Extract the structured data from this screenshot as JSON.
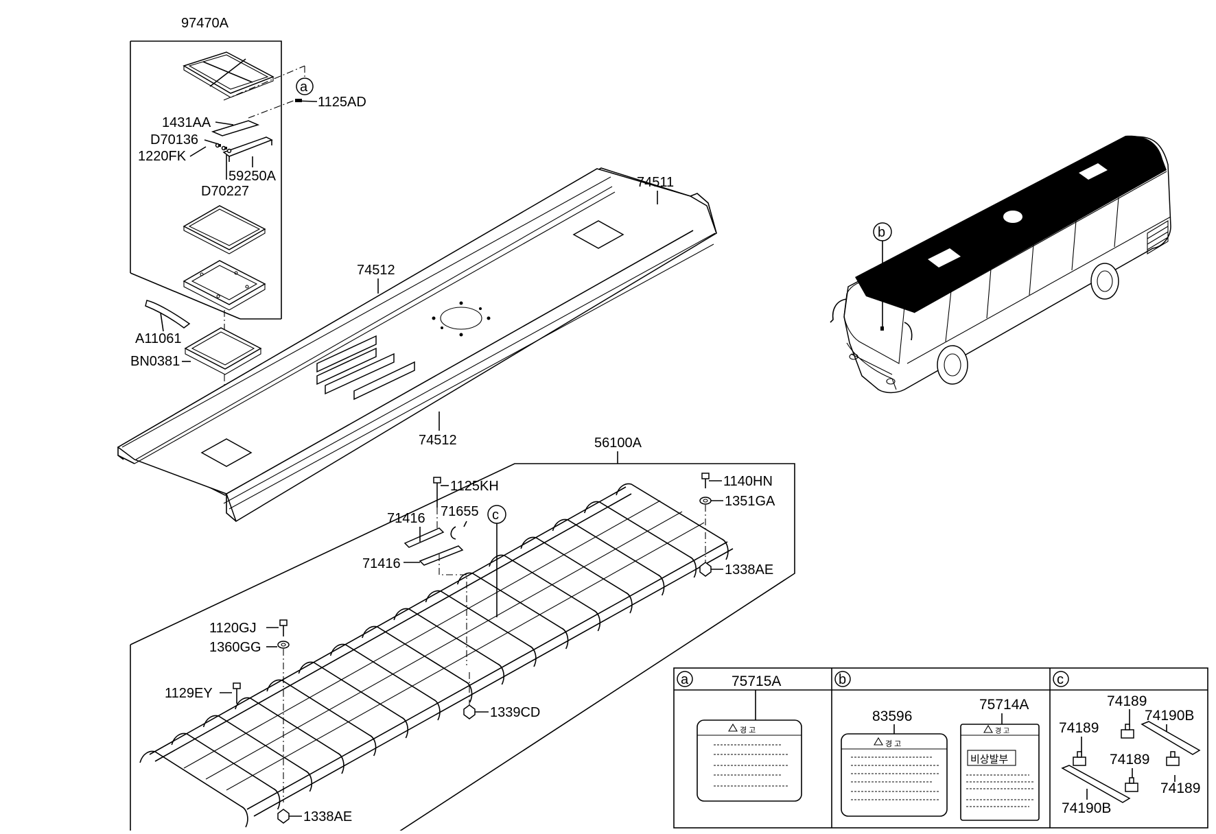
{
  "labels": {
    "p97470A": "97470A",
    "p1125AD": "1125AD",
    "p1431AA": "1431AA",
    "pD70136": "D70136",
    "p1220FK": "1220FK",
    "p59250A": "59250A",
    "pD70227": "D70227",
    "pA11061": "A11061",
    "pBN0381": "BN0381",
    "p74511": "74511",
    "p74512a": "74512",
    "p74512b": "74512",
    "p56100A": "56100A",
    "p1125KH": "1125KH",
    "p1140HN": "1140HN",
    "p1351GA": "1351GA",
    "p71416a": "71416",
    "p71655": "71655",
    "p71416b": "71416",
    "p1338AEa": "1338AE",
    "p1120GJ": "1120GJ",
    "p1360GG": "1360GG",
    "p1129EY": "1129EY",
    "p1339CD": "1339CD",
    "p1338AEb": "1338AE"
  },
  "callouts": {
    "a": "a",
    "b": "b",
    "c": "c"
  },
  "legend": {
    "a_part": "75715A",
    "b_part1": "83596",
    "b_part2": "75714A",
    "c_parts": {
      "p74189_1": "74189",
      "p74189_2": "74189",
      "p74189_3": "74189",
      "p74189_4": "74189",
      "p74190B_1": "74190B",
      "p74190B_2": "74190B"
    },
    "warning_title": "경 고",
    "decal_b2_title": "비상발부"
  }
}
